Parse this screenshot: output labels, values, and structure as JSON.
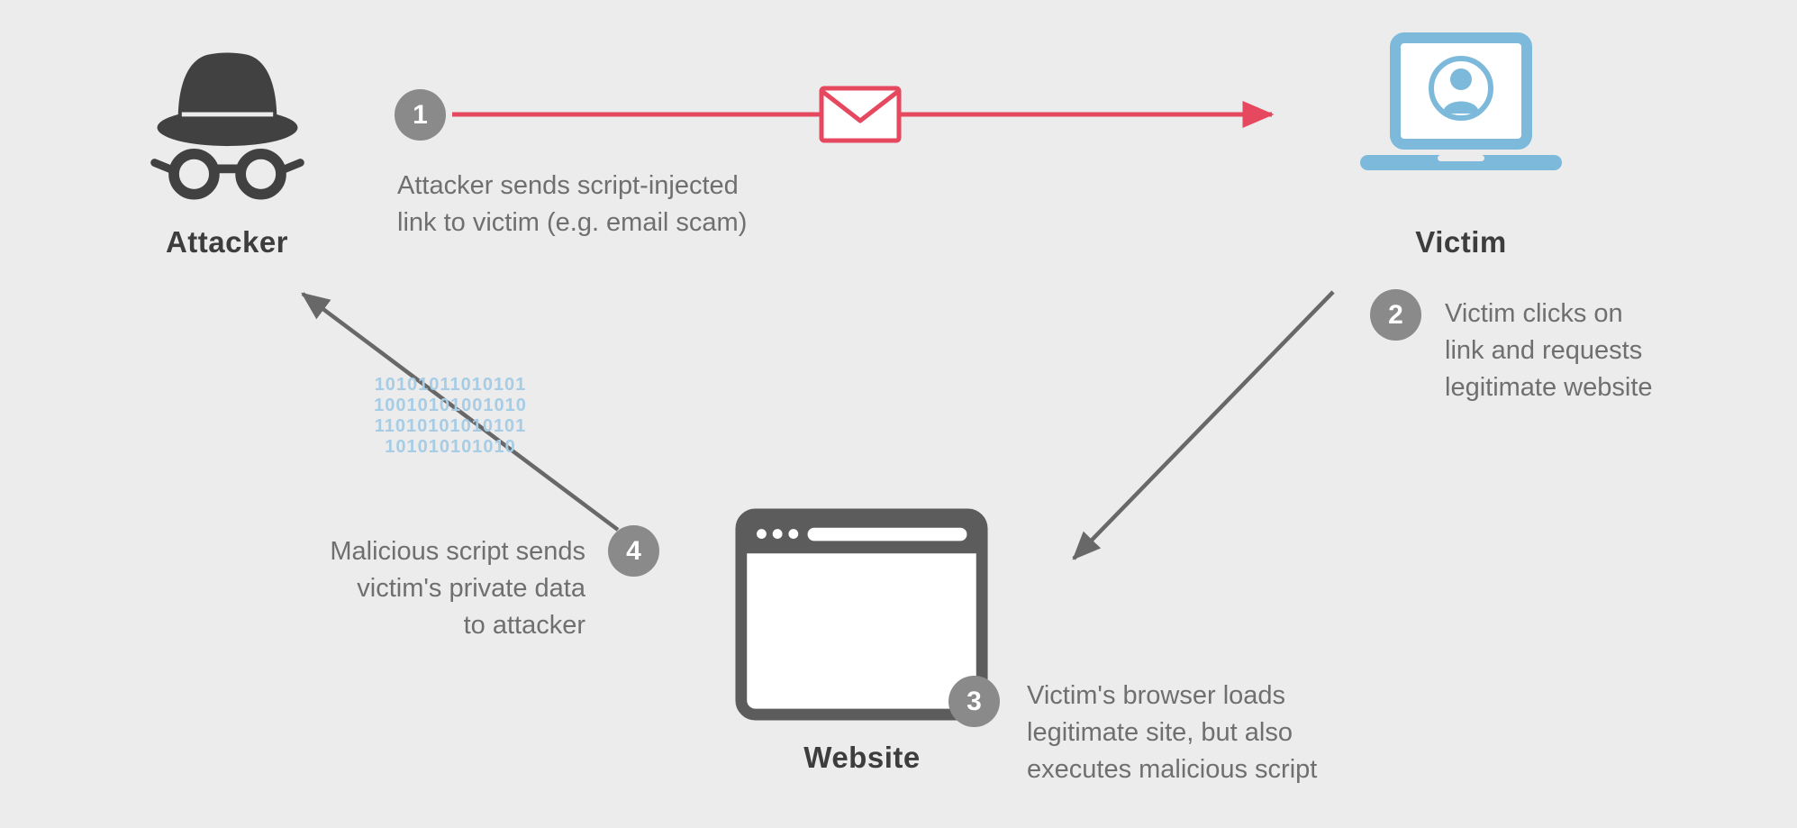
{
  "colors": {
    "background": "#ececec",
    "dark_gray": "#3d3d3d",
    "icon_gray": "#5c5c5c",
    "text_gray": "#6f6f6f",
    "badge_gray": "#8a8a8a",
    "accent_red": "#e5485f",
    "accent_blue": "#7db9da",
    "binary_blue": "#a6cde5"
  },
  "actors": {
    "attacker": {
      "label": "Attacker"
    },
    "victim": {
      "label": "Victim"
    },
    "website": {
      "label": "Website"
    }
  },
  "steps": [
    {
      "number": "1",
      "text": "Attacker sends script-injected\nlink to victim (e.g. email scam)"
    },
    {
      "number": "2",
      "text": "Victim clicks on\nlink and requests\nlegitimate website"
    },
    {
      "number": "3",
      "text": "Victim's browser loads\nlegitimate site, but also\nexecutes malicious script"
    },
    {
      "number": "4",
      "text": "Malicious script sends\nvictim's private data\nto attacker"
    }
  ],
  "binary": [
    "10101011010101",
    "10010101001010",
    "11010101010101",
    "101010101010"
  ],
  "icons": {
    "email": "email-envelope-icon",
    "attacker": "spy-hat-glasses-icon",
    "victim": "laptop-user-icon",
    "website": "browser-window-icon"
  }
}
